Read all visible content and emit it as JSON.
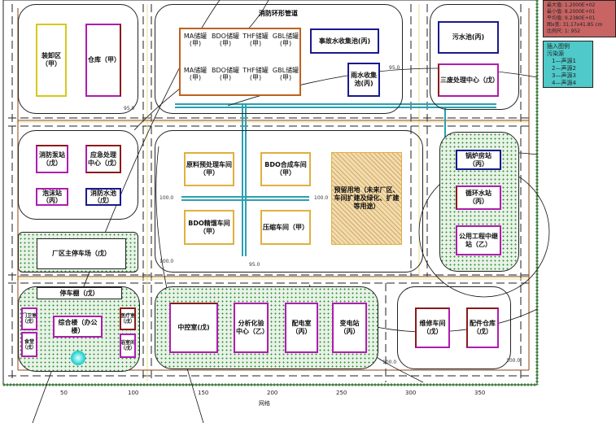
{
  "pipe_label": "消防环形管道",
  "buildings": {
    "loading_area": "装卸区（甲）",
    "warehouse": "仓库（甲）",
    "accident_pool": "事故水收集池(丙)",
    "rain_pool": "雨水收集池(丙)",
    "sewage_pool": "污水池(丙)",
    "waste_center": "三废处理中心（戊）",
    "fire_pump": "消防泵站（戊）",
    "emergency_center": "应急处理中心（戊）",
    "foam_station": "泡沫站（丙）",
    "fire_pool": "消防水池（戊）",
    "parking": "厂区主停车场（戊）",
    "pretreat": "原料预处理车间（甲）",
    "bdo_synth": "BDO合成车间（甲）",
    "bdo_distill": "BDO精馏车间（甲）",
    "compress": "压缩车间（甲）",
    "reserved": "预留用地（未来厂区、车间扩建及绿化、扩建等用途）",
    "boiler": "锅炉房站（丙）",
    "circ_water": "循环水站（丙）",
    "utility": "公用工程中继站（乙）",
    "bike_shed": "停车棚（戊）",
    "office": "综合楼（办公楼）",
    "guard1": "门卫室（戊）",
    "guard2": "食堂（戊）",
    "guard3": "医疗室（戊）",
    "guard4": "浴室间（戊）",
    "control": "中控室(戊)",
    "lab": "分析化验中心（乙）",
    "power_room": "配电室（丙）",
    "substation": "变电站（丙）",
    "repair": "维修车间（戊）",
    "parts": "配件仓库（戊）"
  },
  "tanks": [
    "MA储罐(甲)",
    "BDO储罐(甲)",
    "THF储罐(甲)",
    "GBL储罐(甲)",
    "MA储罐(甲)",
    "BDO储罐(甲)",
    "THF储罐(甲)",
    "GBL储罐(甲)"
  ],
  "axis": {
    "ticks": [
      "50",
      "100",
      "150",
      "200",
      "250",
      "300",
      "350"
    ],
    "label": "网格"
  },
  "stats_panel": {
    "lines": [
      "最大值:  1.2000E+02",
      "最小值:  8.2000E+01",
      "平均值:  9.2380E+01",
      "图x宽:  31.17x41.85 cm",
      "比例尺:  1: 952"
    ]
  },
  "legend_panel": {
    "title": "插入图例",
    "group": "污染源",
    "items": [
      "1—声源1",
      "2—声源2",
      "3—声源3",
      "4—声源4"
    ]
  },
  "contours": [
    "95.0",
    "95.0",
    "100.0",
    "100.0",
    "100.0",
    "95.0",
    "100.0",
    "100.0"
  ],
  "colors": {
    "accent_red": "#c0504d",
    "legend_cyan": "#4fc9c9",
    "pipe": "#2aa0b0",
    "road": "#8b4513",
    "green": "#2e8b2e"
  }
}
